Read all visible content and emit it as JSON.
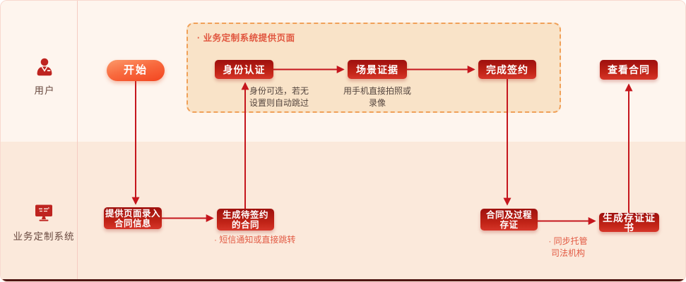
{
  "diagram": {
    "type": "flowchart",
    "colors": {
      "arrow": "#C5161D",
      "node_gradient_top": "#9E100E",
      "node_gradient_bottom": "#D6362A",
      "start_gradient_top": "#FC9A6B",
      "start_gradient_bottom": "#F3441F",
      "lane_top_bg": "#FEF5EE",
      "lane_bottom_bg": "#FBE9DB",
      "group_border": "#F0A058",
      "group_bg": "#F9E3C8",
      "note_orange": "#E25B44",
      "note_dark": "#54453E",
      "bottom_bar": "#4E1511"
    }
  },
  "lanes": [
    {
      "id": "user",
      "label": "用户",
      "icon": "user-icon"
    },
    {
      "id": "system",
      "label": "业务定制系统",
      "icon": "monitor-icon"
    }
  ],
  "group_box": {
    "label": "· 业务定制系统提供页面"
  },
  "nodes": {
    "start": {
      "label": "开始"
    },
    "identity_auth": {
      "label": "身份认证"
    },
    "scene_evidence": {
      "label": "场景证据"
    },
    "complete_sign": {
      "label": "完成签约"
    },
    "view_contract": {
      "label": "查看合同"
    },
    "provide_page": {
      "label": "提供页面录入\n合同信息"
    },
    "generate_contract": {
      "label": "生成待签约\n的合同"
    },
    "contract_evidence": {
      "label": "合同及过程\n存证"
    },
    "generate_cert": {
      "label": "生成存证证书"
    }
  },
  "notes": {
    "identity": "身份可选，若无\n设置则自动跳过",
    "scene": "用手机直接拍照或\n录像",
    "sms": "· 短信通知或直接跳转",
    "escrow": "· 同步托管\n司法机构"
  },
  "edges": [
    {
      "from": "start",
      "to": "provide_page"
    },
    {
      "from": "provide_page",
      "to": "generate_contract"
    },
    {
      "from": "generate_contract",
      "to": "identity_auth"
    },
    {
      "from": "identity_auth",
      "to": "scene_evidence"
    },
    {
      "from": "scene_evidence",
      "to": "complete_sign"
    },
    {
      "from": "complete_sign",
      "to": "contract_evidence"
    },
    {
      "from": "contract_evidence",
      "to": "generate_cert"
    },
    {
      "from": "generate_cert",
      "to": "view_contract"
    }
  ]
}
